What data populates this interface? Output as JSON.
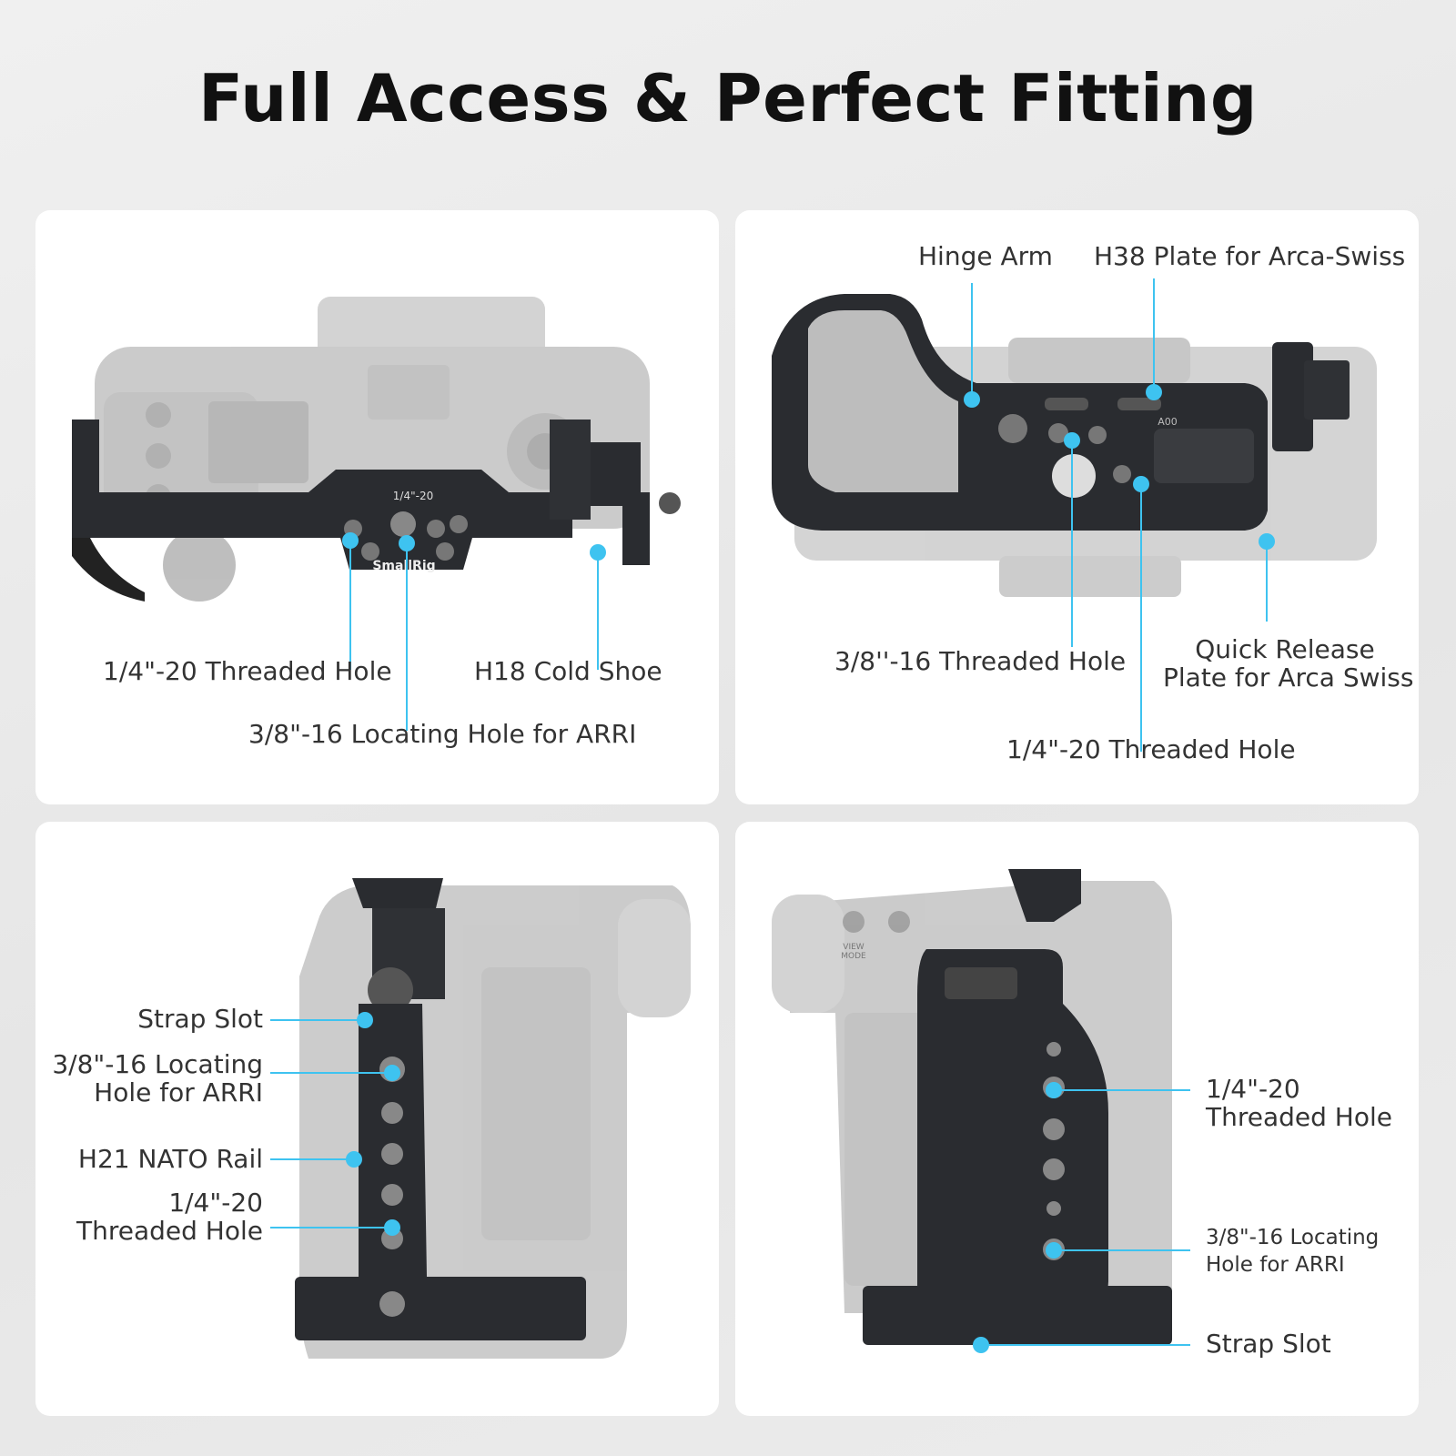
{
  "title": "Full Access & Perfect Fitting",
  "panels": {
    "top_view": {
      "labels": {
        "quarter_hole": "1/4\"-20 Threaded Hole",
        "cold_shoe": "H18 Cold Shoe",
        "arri_hole": "3/8\"-16 Locating Hole for ARRI"
      },
      "engraving": {
        "brand": "SmallRig",
        "thread": "1/4\"-20"
      }
    },
    "bottom_view": {
      "labels": {
        "hinge_arm": "Hinge Arm",
        "h38_plate": "H38 Plate for Arca-Swiss",
        "threaded_38": "3/8''-16 Threaded Hole",
        "quick_release_1": "Quick Release",
        "quick_release_2": "Plate for Arca Swiss",
        "threaded_14": "1/4\"-20 Threaded Hole"
      },
      "engraving": "A00"
    },
    "left_side": {
      "labels": {
        "strap_slot": "Strap Slot",
        "arri_1": "3/8\"-16 Locating",
        "arri_2": "Hole for ARRI",
        "nato": "H21 NATO Rail",
        "threaded_1": "1/4\"-20",
        "threaded_2": "Threaded Hole"
      }
    },
    "right_side": {
      "labels": {
        "threaded_1": "1/4\"-20",
        "threaded_2": "Threaded Hole",
        "arri_1": "3/8\"-16 Locating",
        "arri_2": "Hole for ARRI",
        "strap_slot": "Strap Slot"
      },
      "camera_marks": {
        "view_mode_1": "VIEW",
        "view_mode_2": "MODE"
      }
    }
  },
  "colors": {
    "accent": "#3ec3f0",
    "cage": "#2a2c30",
    "camera": "#c4c4c4"
  }
}
